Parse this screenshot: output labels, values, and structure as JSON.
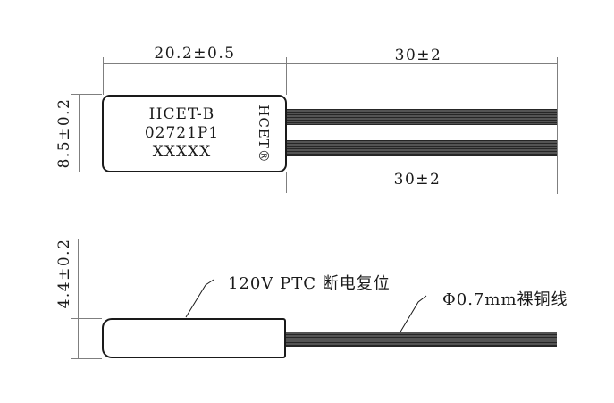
{
  "drawing": {
    "top_view": {
      "dim_body_width": "20.2±0.5",
      "dim_body_height": "8.5±0.2",
      "dim_wire_top": "30±2",
      "dim_wire_bottom": "30±2",
      "body_label_lines": [
        "HCET-B",
        "02721P1",
        "XXXXX"
      ],
      "side_brand": "HCET®"
    },
    "side_view": {
      "dim_body_height": "4.4±0.2",
      "callout_body": "120V PTC 断电复位",
      "callout_wire": "Φ0.7mm裸铜线"
    },
    "colors": {
      "line": "#1a1a1a",
      "dim_line": "#7f7f7f",
      "wire_dark": "#262626",
      "wire_light": "#545454",
      "background": "#ffffff"
    }
  }
}
